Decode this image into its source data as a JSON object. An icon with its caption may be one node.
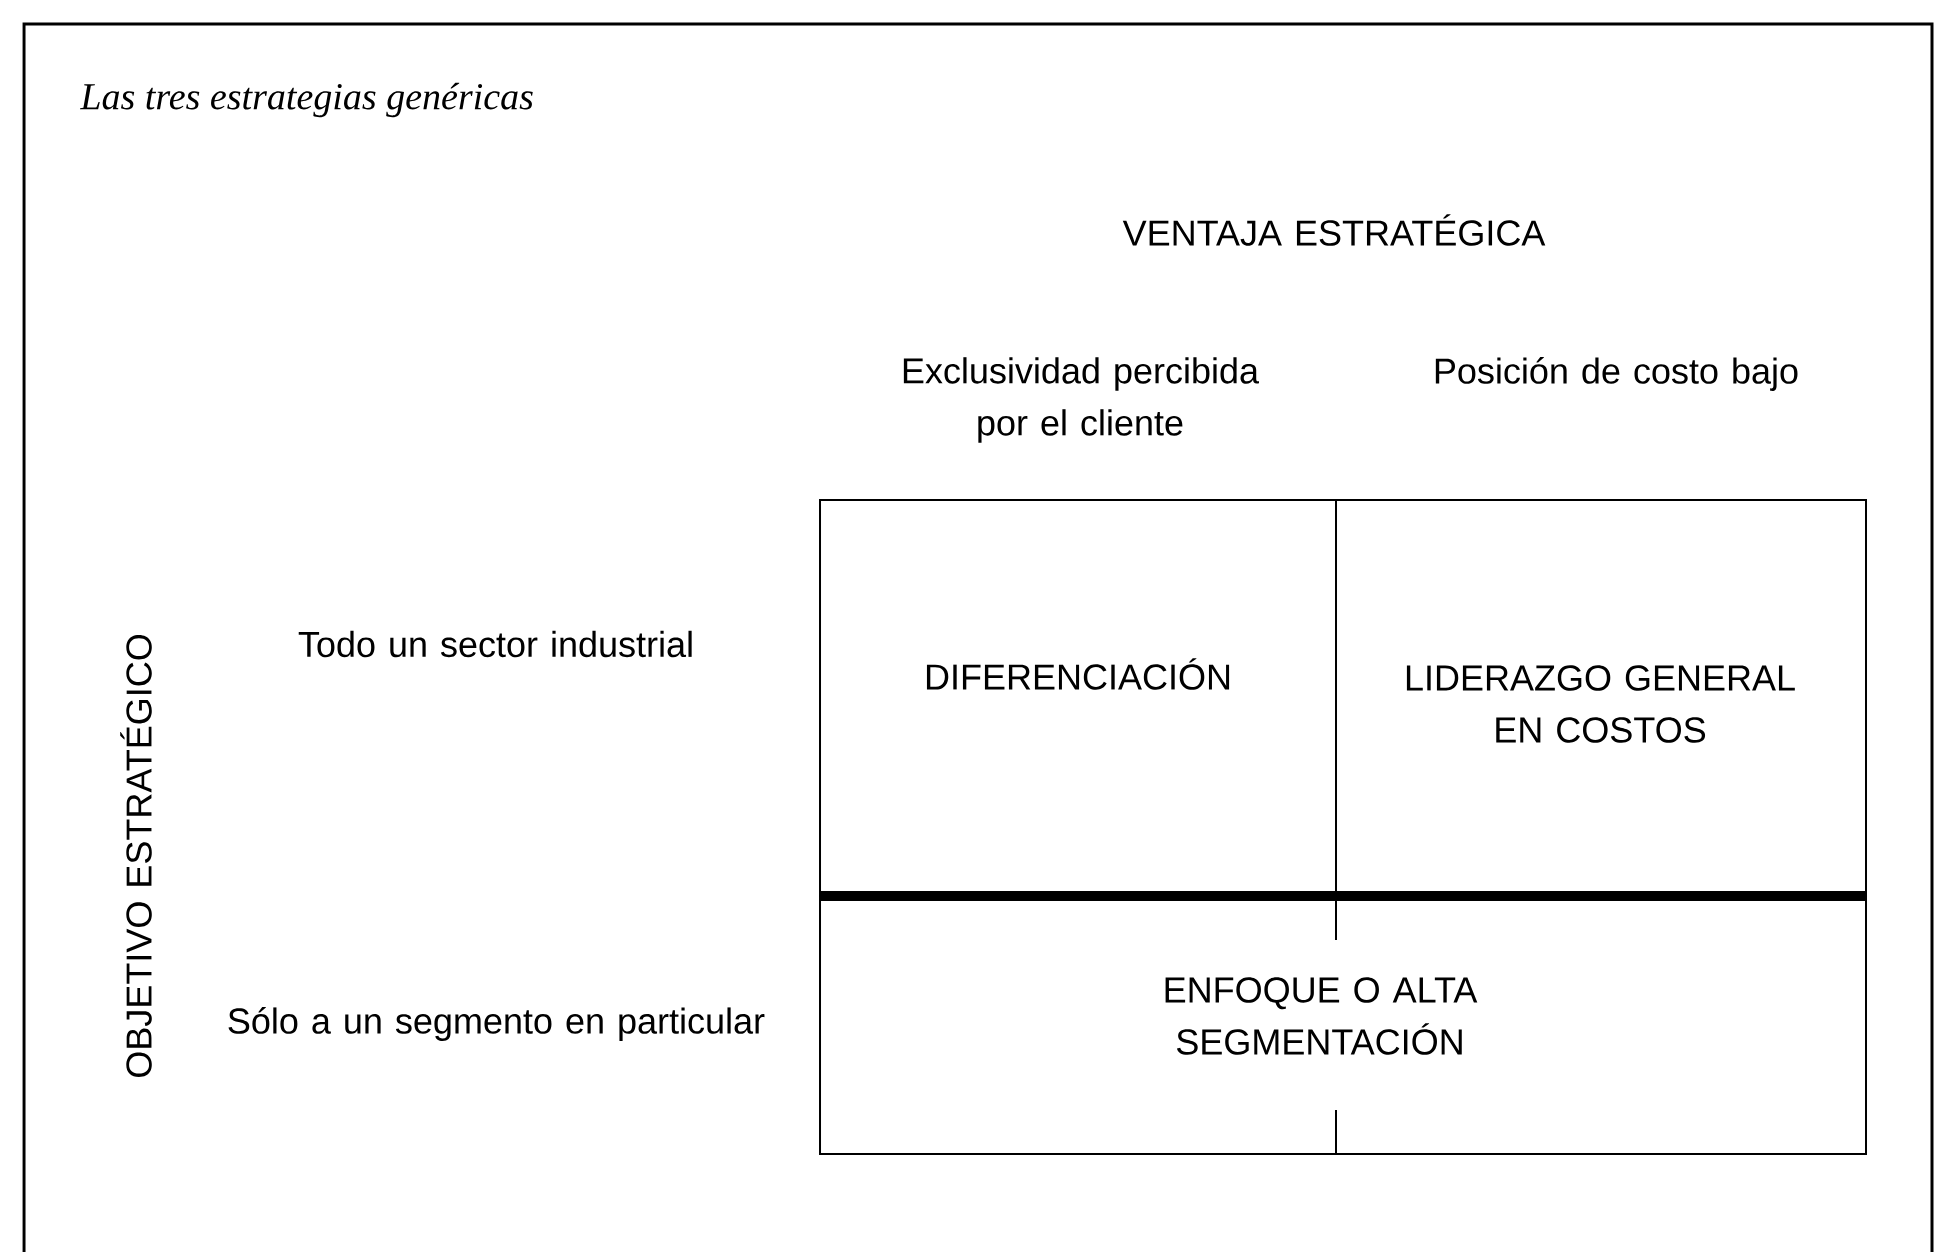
{
  "diagram": {
    "title": "Las tres estrategias genéricas",
    "nodes": [
      {
        "text": [
          "DIFERENCIACIÓN"
        ]
      },
      {
        "text": [
          "LIDERAZGO GENERAL EN COSTOS"
        ]
      },
      {
        "text": [
          "ENFOQUE O ALTA SEGMENTACIÓN"
        ]
      }
    ],
    "labels": [
      "VENTAJA ESTRATÉGICA",
      "Exclusividad percibida por el cliente",
      "Posición de costo bajo",
      "OBJETIVO ESTRATÉGICO",
      "Todo un sector industrial",
      "Sólo a un segmento en particular"
    ]
  }
}
